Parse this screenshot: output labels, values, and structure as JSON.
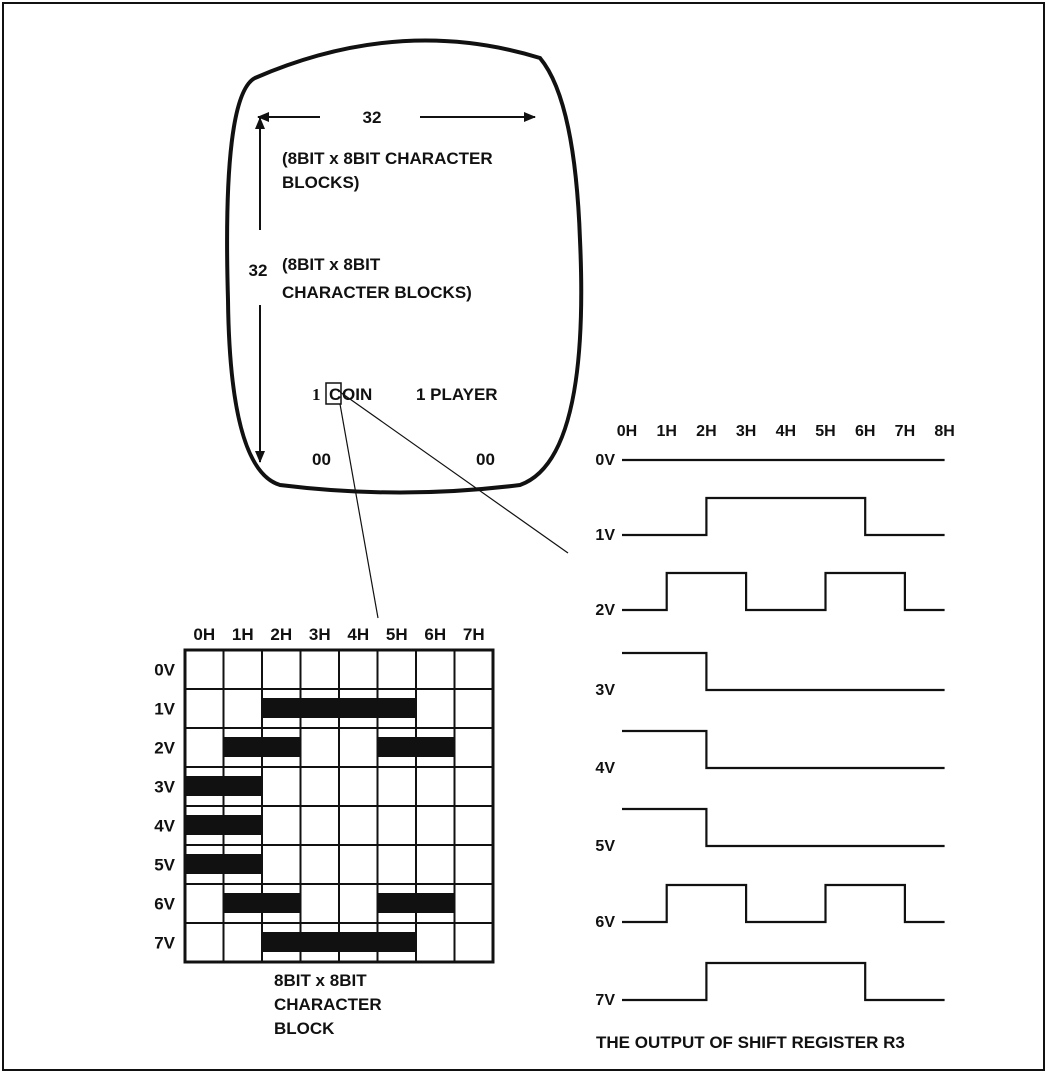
{
  "screen": {
    "width_count": "32",
    "width_note_line1": "(8BIT x 8BIT CHARACTER",
    "width_note_line2": "BLOCKS)",
    "height_count": "32",
    "height_note_line1": "(8BIT x 8BIT",
    "height_note_line2": "CHARACTER BLOCKS)",
    "coin_prefix": "1",
    "coin_boxed_letter": "C",
    "coin_rest": "OIN",
    "player_text": "1 PLAYER",
    "score_left": "00",
    "score_right": "00"
  },
  "character_block": {
    "columns": [
      "0H",
      "1H",
      "2H",
      "3H",
      "4H",
      "5H",
      "6H",
      "7H"
    ],
    "rows": [
      "0V",
      "1V",
      "2V",
      "3V",
      "4V",
      "5V",
      "6V",
      "7V"
    ],
    "bitmap": [
      [
        0,
        0,
        0,
        0,
        0,
        0,
        0,
        0
      ],
      [
        0,
        0,
        1,
        1,
        1,
        1,
        0,
        0
      ],
      [
        0,
        1,
        1,
        0,
        0,
        1,
        1,
        0
      ],
      [
        1,
        1,
        0,
        0,
        0,
        0,
        0,
        0
      ],
      [
        1,
        1,
        0,
        0,
        0,
        0,
        0,
        0
      ],
      [
        1,
        1,
        0,
        0,
        0,
        0,
        0,
        0
      ],
      [
        0,
        1,
        1,
        0,
        0,
        1,
        1,
        0
      ],
      [
        0,
        0,
        1,
        1,
        1,
        1,
        0,
        0
      ]
    ],
    "caption_line1": "8BIT x 8BIT",
    "caption_line2": "CHARACTER",
    "caption_line3": "BLOCK"
  },
  "waveforms": {
    "columns": [
      "0H",
      "1H",
      "2H",
      "3H",
      "4H",
      "5H",
      "6H",
      "7H",
      "8H"
    ],
    "rows": [
      "0V",
      "1V",
      "2V",
      "3V",
      "4V",
      "5V",
      "6V",
      "7V"
    ],
    "caption": "THE OUTPUT OF SHIFT REGISTER R3"
  },
  "colors": {
    "ink": "#111111",
    "paper": "#ffffff"
  }
}
